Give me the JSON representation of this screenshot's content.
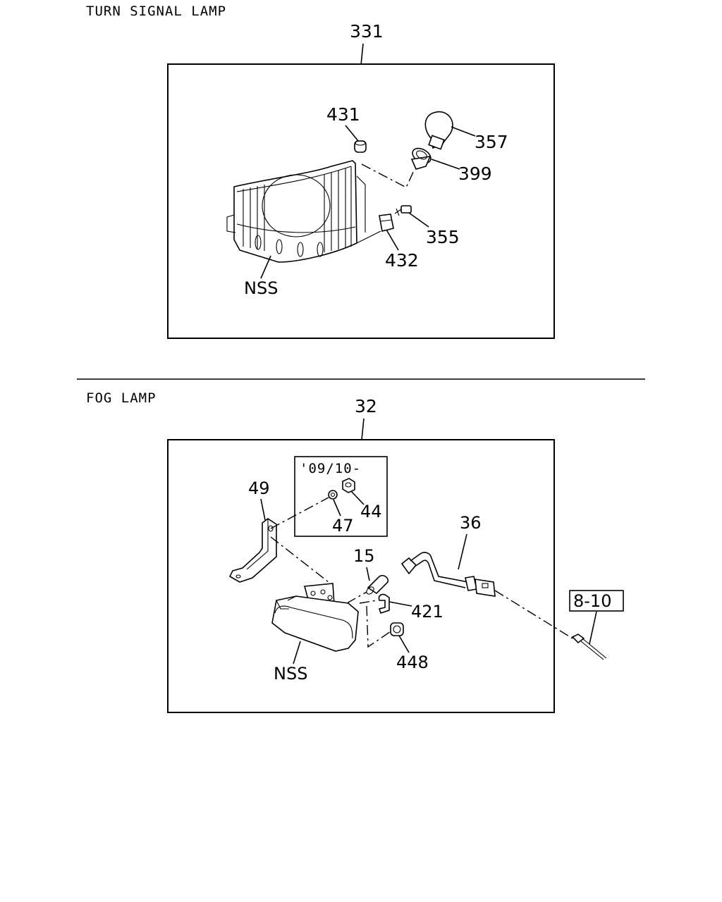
{
  "sections": {
    "turn_signal": {
      "title": "TURN SIGNAL LAMP",
      "assembly_ref": "331",
      "callouts": {
        "c431": "431",
        "c357": "357",
        "c399": "399",
        "c355": "355",
        "c432": "432",
        "nss": "NSS"
      }
    },
    "fog": {
      "title": "FOG LAMP",
      "assembly_ref": "32",
      "variant_note": "'09/10-",
      "callouts": {
        "c49": "49",
        "c47": "47",
        "c44": "44",
        "c36": "36",
        "c15": "15",
        "c421": "421",
        "c448": "448",
        "nss": "NSS"
      },
      "ref_box": "8-10"
    }
  }
}
